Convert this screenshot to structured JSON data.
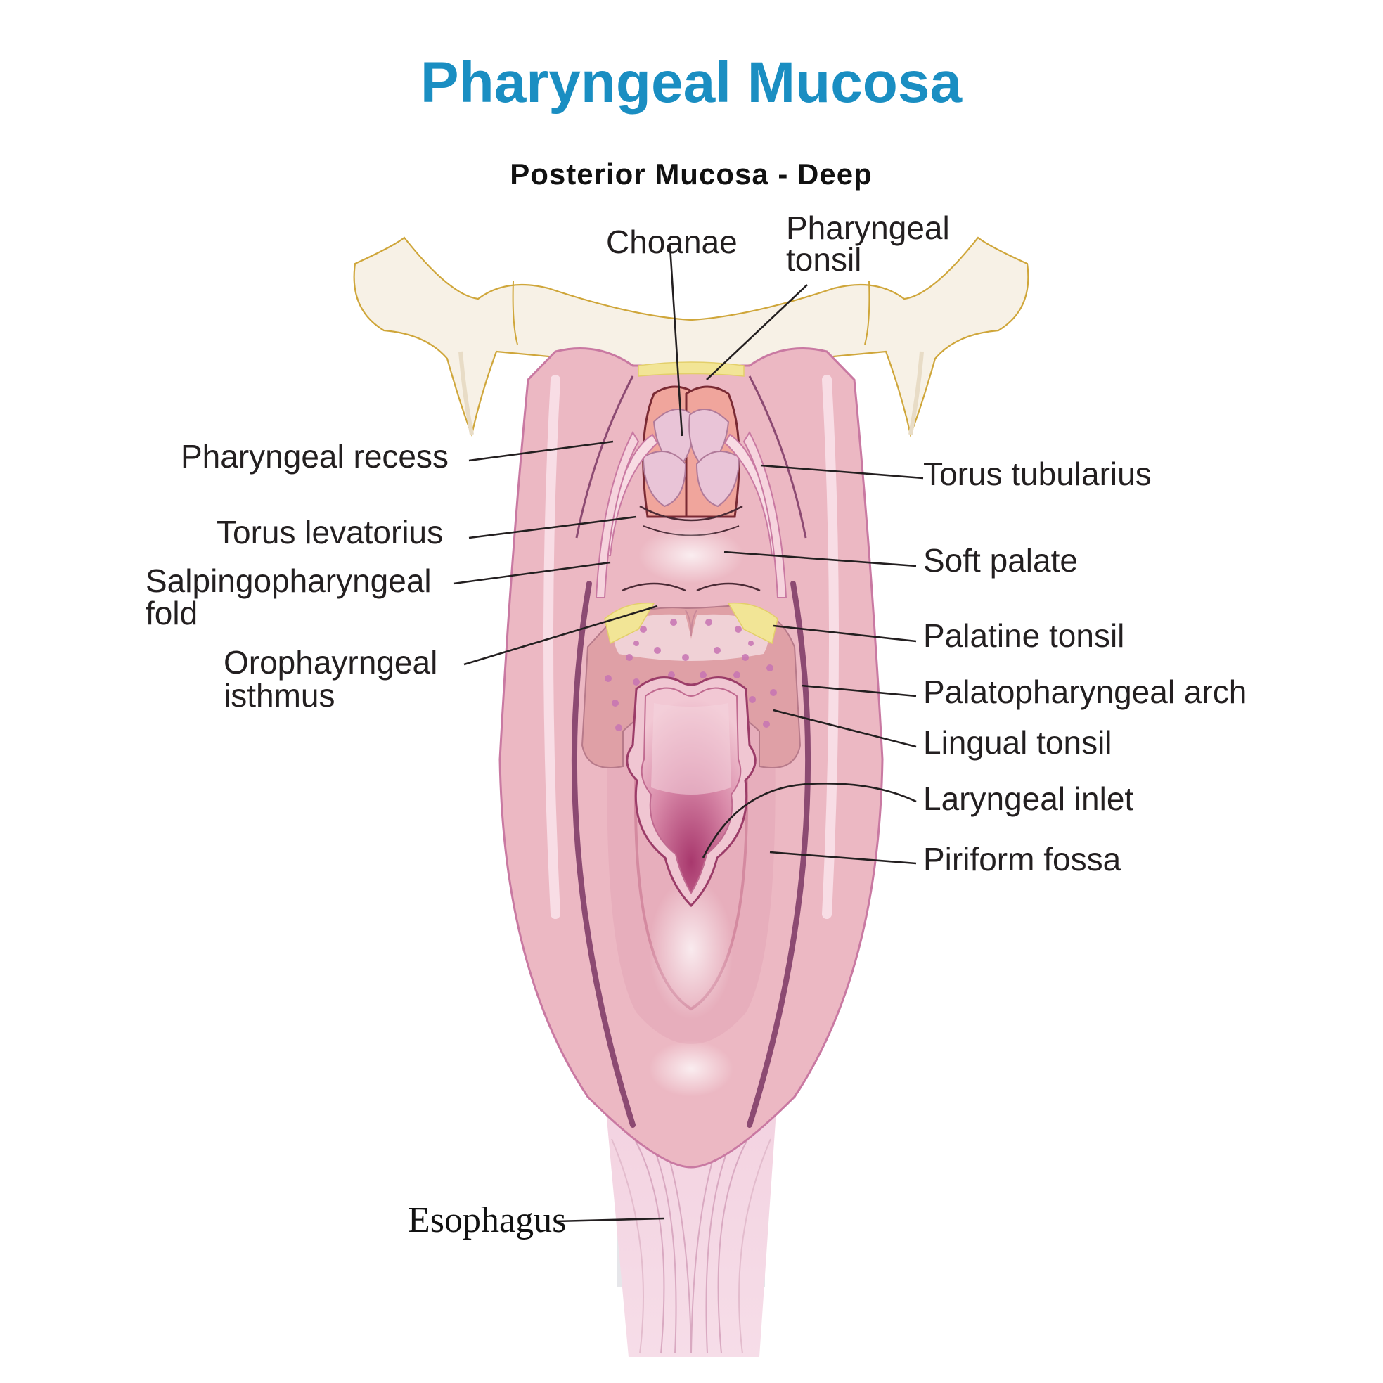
{
  "title": "Pharyngeal Mucosa",
  "subtitle": "Posterior Mucosa - Deep",
  "colors": {
    "title": "#1a8ec2",
    "mucosa": "#ecb8c3",
    "mucosa_outline": "#c979a2",
    "bone": "#f7f1e6",
    "bone_outline": "#cfa63a",
    "tonsil": "#f2e596",
    "label_text": "#231f20"
  },
  "labels": {
    "choanae": "Choanae",
    "pharyngeal_tonsil": [
      "Pharyngeal",
      "tonsil"
    ],
    "pharyngeal_recess": "Pharyngeal recess",
    "torus_levatorius": "Torus levatorius",
    "salpingopharyngeal_fold": [
      "Salpingopharyngeal",
      "fold"
    ],
    "oropharyngeal_isthmus": [
      "Orophayrngeal",
      "isthmus"
    ],
    "torus_tubularius": "Torus tubularius",
    "soft_palate": "Soft palate",
    "palatine_tonsil": "Palatine tonsil",
    "palatopharyngeal_arch": "Palatopharyngeal arch",
    "lingual_tonsil": "Lingual tonsil",
    "laryngeal_inlet": "Laryngeal inlet",
    "piriform_fossa": "Piriform fossa",
    "esophagus": "Esophagus"
  }
}
